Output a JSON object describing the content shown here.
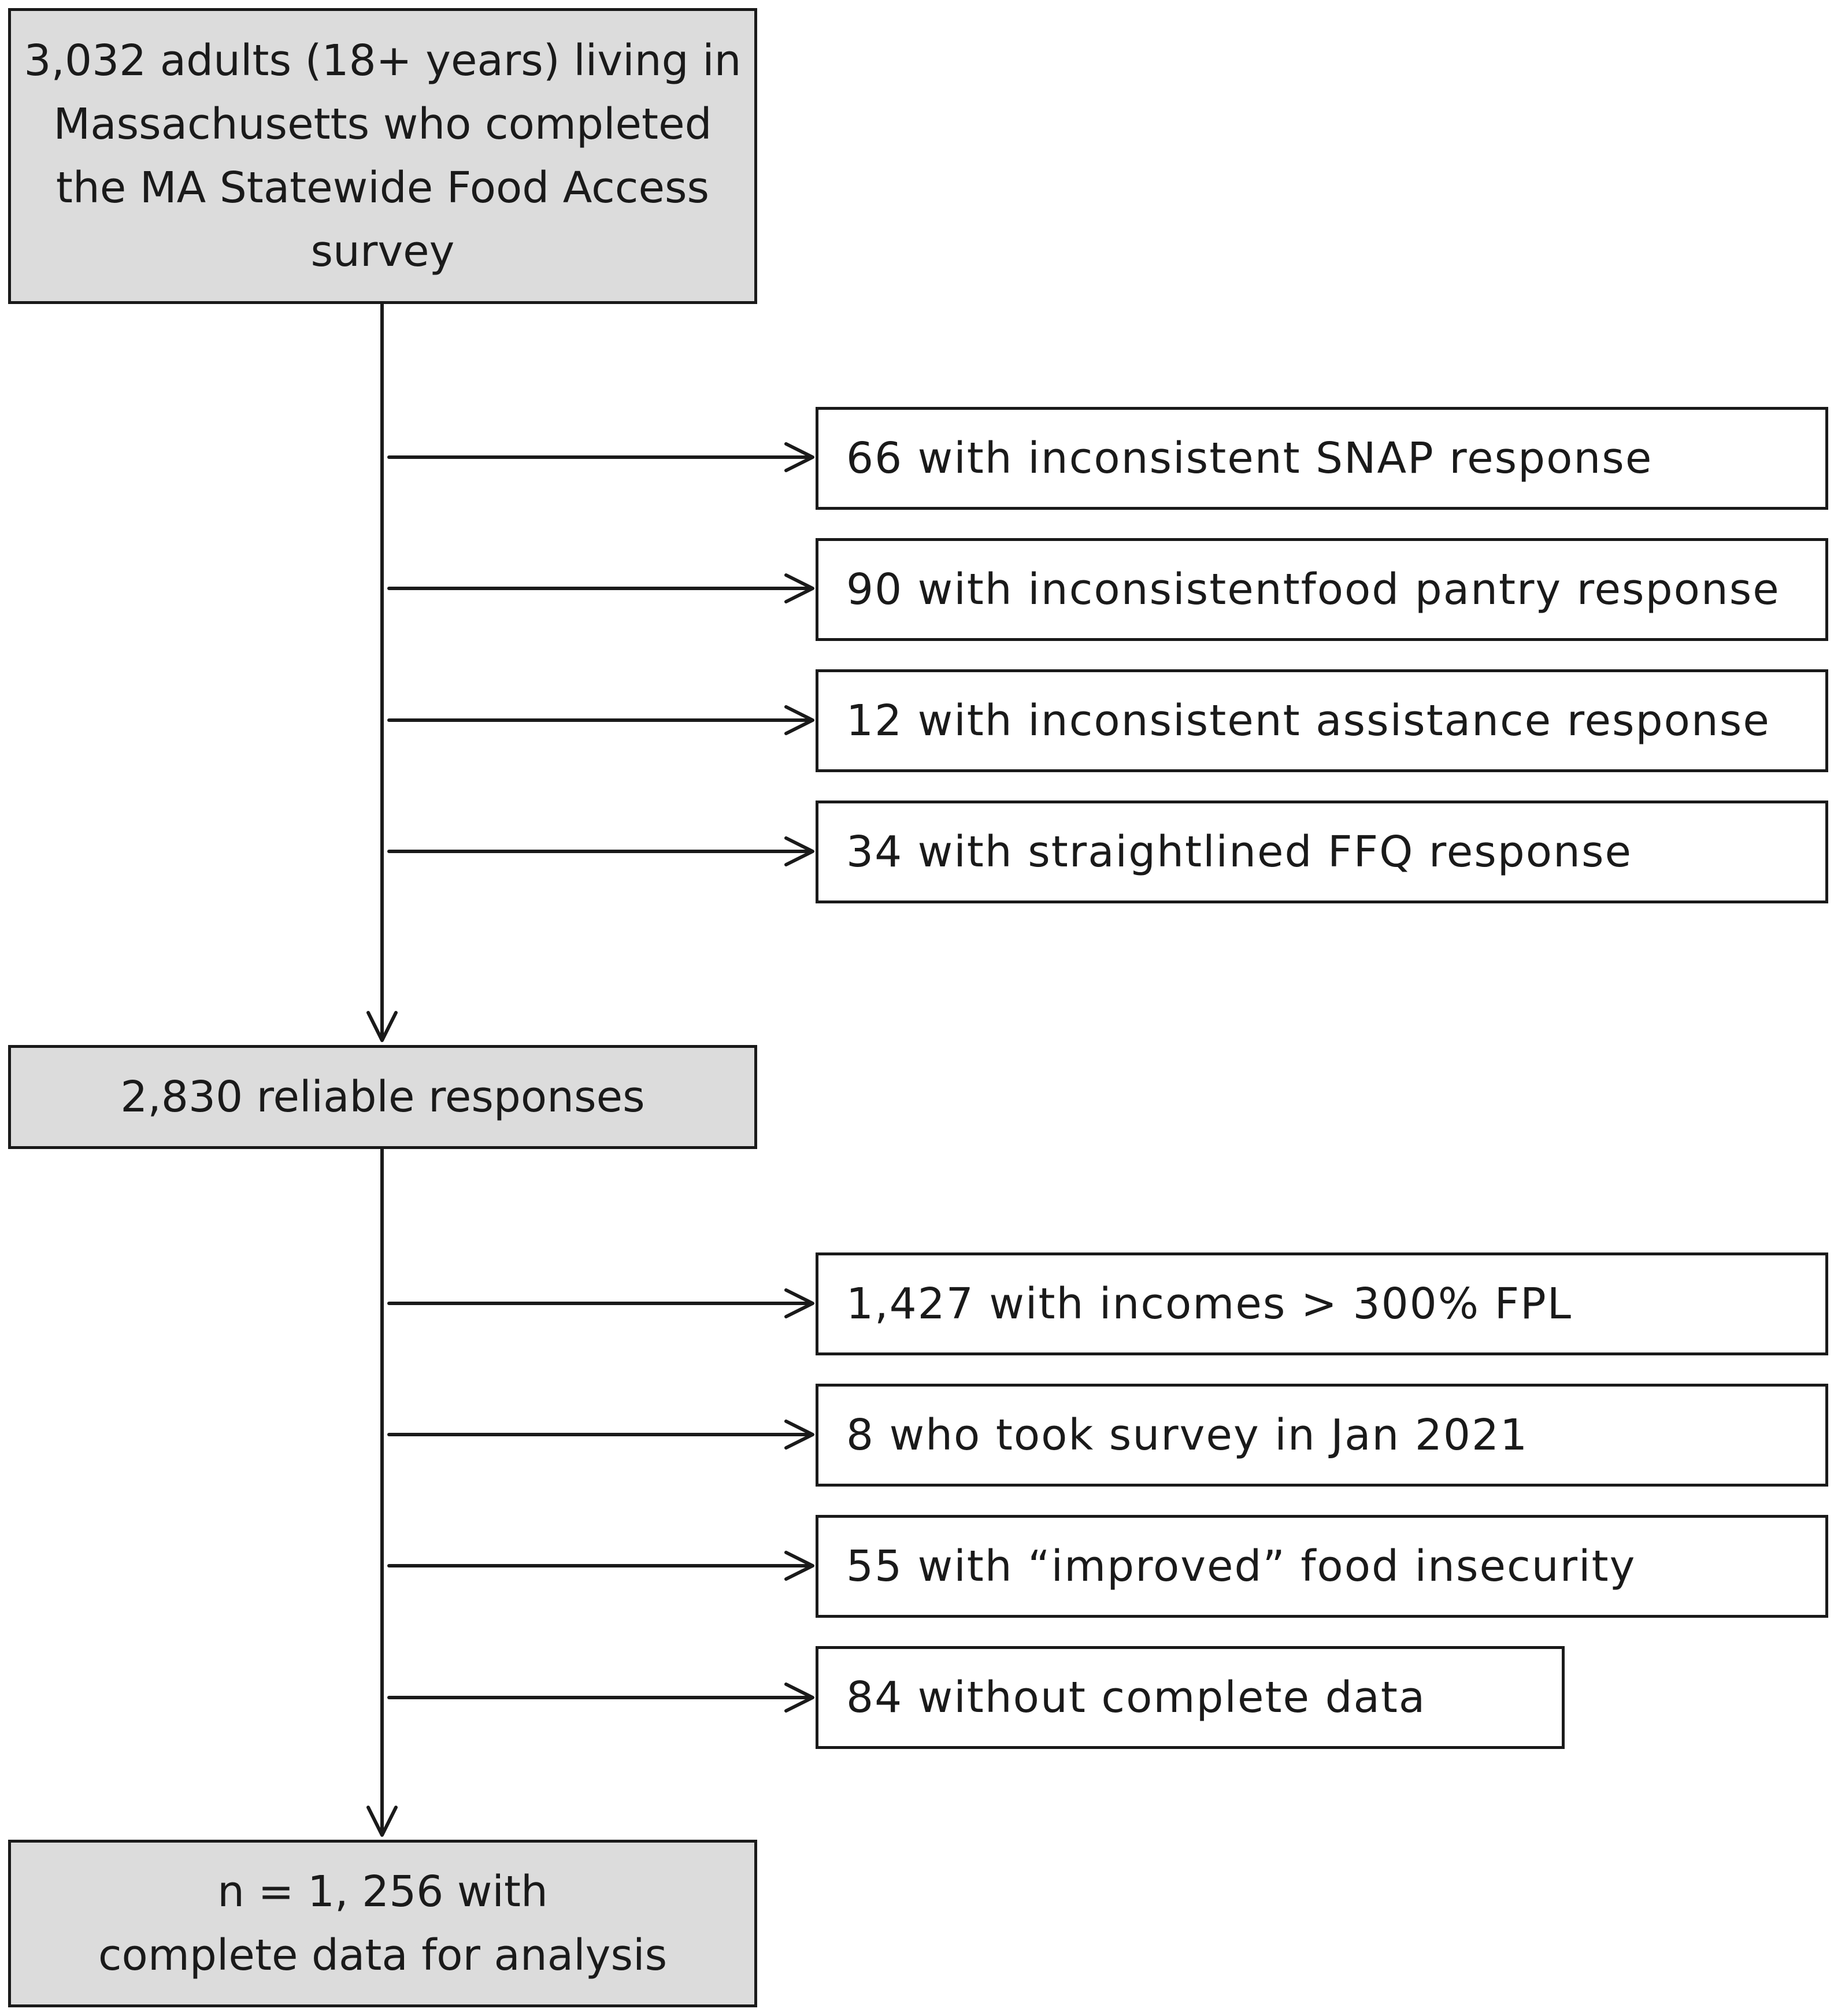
{
  "colors": {
    "main_box_fill": "#dcdcdc",
    "exclusion_box_fill": "#ffffff",
    "stroke": "#1a1a1a"
  },
  "diagram": {
    "type": "flowchart",
    "main_boxes": [
      {
        "id": "start",
        "lines": [
          "3,032 adults (18+ years) living in",
          "Massachusetts who completed",
          "the MA Statewide Food Access",
          "survey"
        ]
      },
      {
        "id": "reliable",
        "lines": [
          "2,830 reliable responses"
        ]
      },
      {
        "id": "final",
        "lines": [
          "n =  1, 256 with",
          "complete data for analysis"
        ]
      }
    ],
    "exclusion_groups": [
      {
        "from": "start",
        "to": "reliable",
        "items": [
          "66 with inconsistent SNAP response",
          "90 with inconsistentfood pantry response",
          "12 with inconsistent assistance response",
          "34 with straightlined FFQ response"
        ]
      },
      {
        "from": "reliable",
        "to": "final",
        "items": [
          "1,427 with incomes >  300% FPL",
          "8 who took survey in Jan 2021",
          "55 with “improved” food insecurity",
          "84 without complete data"
        ]
      }
    ]
  }
}
